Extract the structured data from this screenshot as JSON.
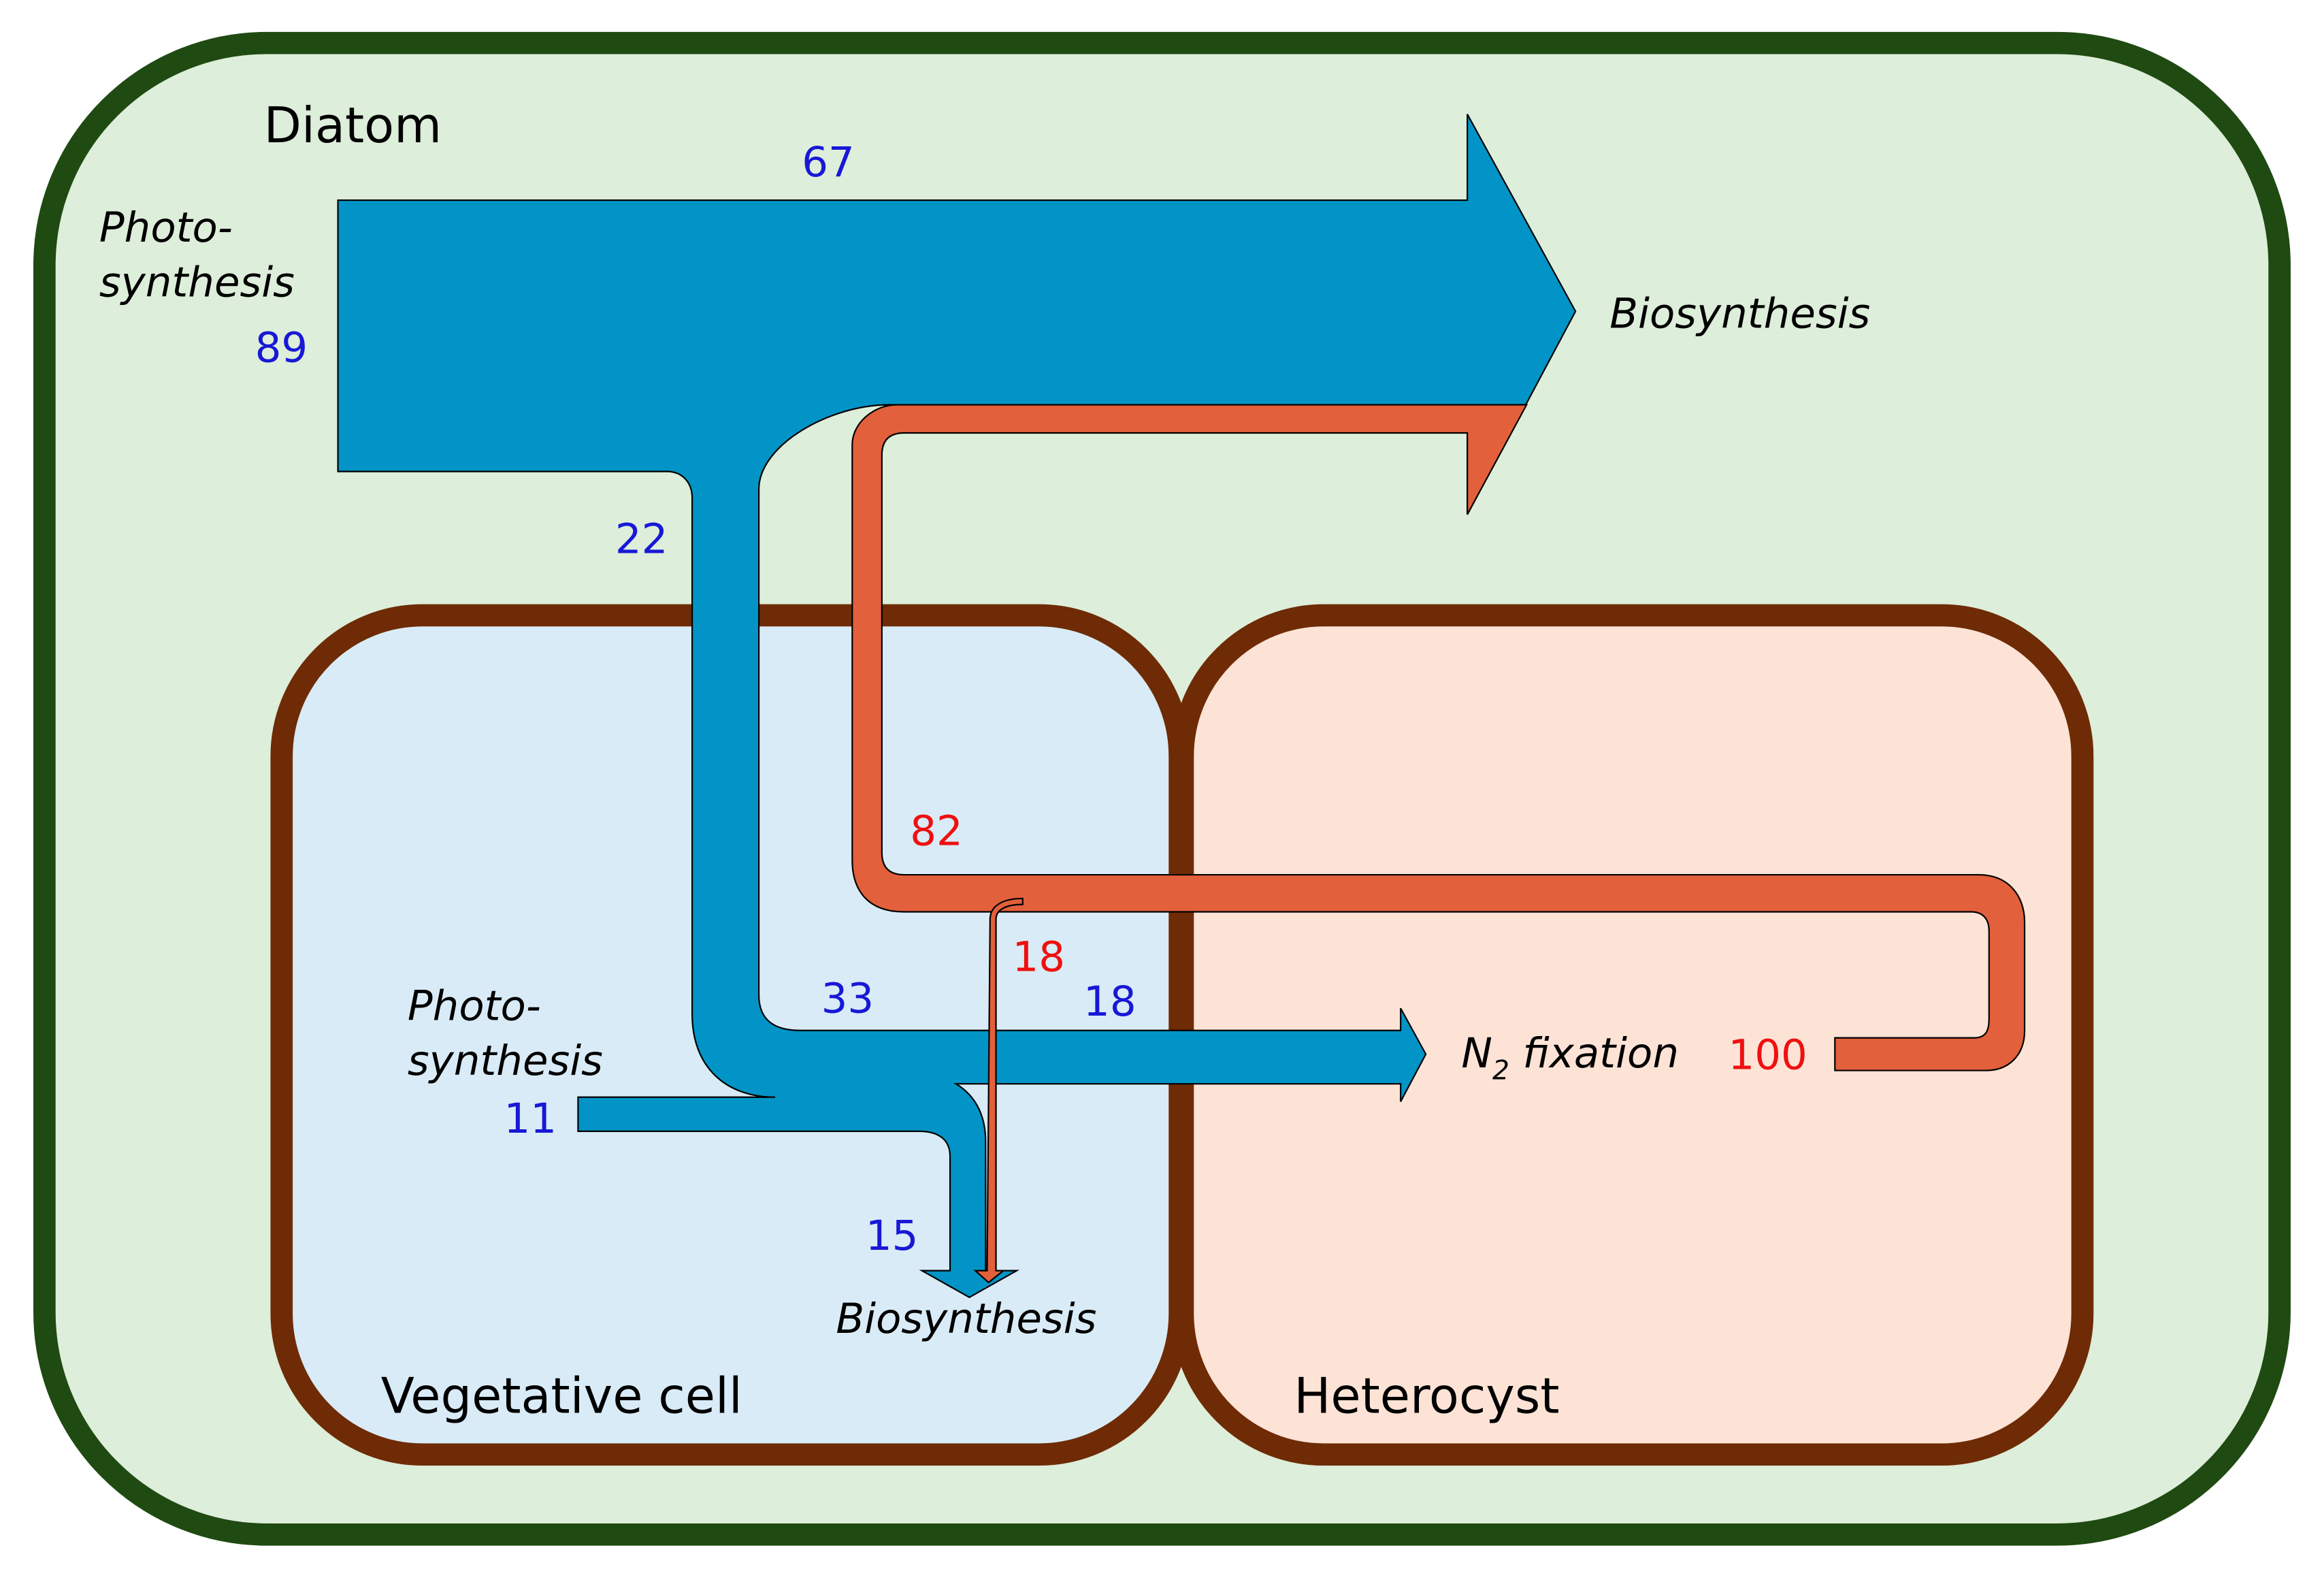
{
  "compartments": {
    "diatom": "Diatom",
    "vegetative": "Vegetative cell",
    "heterocyst": "Heterocyst"
  },
  "processes": {
    "diatom_photosynthesis_line1": "Photo-",
    "diatom_photosynthesis_line2": "synthesis",
    "diatom_biosynthesis": "Biosynthesis",
    "veg_photosynthesis_line1": "Photo-",
    "veg_photosynthesis_line2": "synthesis",
    "veg_biosynthesis": "Biosynthesis",
    "n2_fixation_n": "N",
    "n2_fixation_sub": "2",
    "n2_fixation_rest": " fixation"
  },
  "flows": {
    "diatom_photosynthesis": "89",
    "diatom_to_biosynthesis": "67",
    "diatom_to_cyanobacterium": "22",
    "nitrogen_to_diatom": "82",
    "nitrogen_to_vegetative": "18",
    "carbon_to_heterocyst_a": "33",
    "carbon_to_heterocyst_b": "18",
    "veg_photosynthesis": "11",
    "veg_biosynthesis": "15",
    "n2_fixation": "100"
  },
  "colors": {
    "diatom_border": "#1f4a12",
    "diatom_fill": "#ddeeda",
    "cell_border": "#6e2b05",
    "vegetative_fill": "#d9ebf6",
    "heterocyst_fill": "#fde3d6",
    "carbon_flow": "#0294c6",
    "nitrogen_flow": "#e2603b",
    "carbon_number": "#1818d6",
    "nitrogen_number": "#ee1010"
  }
}
